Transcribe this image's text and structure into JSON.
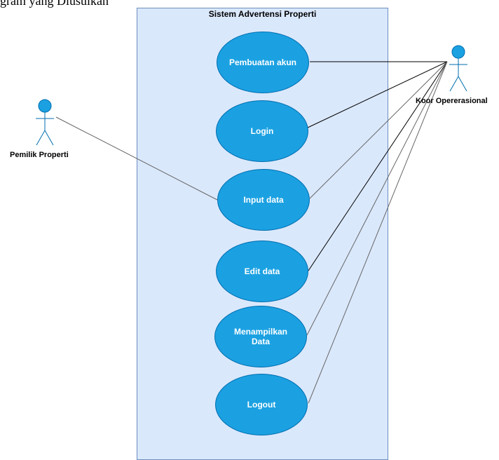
{
  "caption": "gram yang Diusulkan",
  "system": {
    "title": "Sistem Advertensi Properti"
  },
  "use_cases": [
    {
      "label": "Pembuatan akun"
    },
    {
      "label": "Login"
    },
    {
      "label": "Input data"
    },
    {
      "label": "Edit data"
    },
    {
      "label": "Menampilkan\nData"
    },
    {
      "label": "Logout"
    }
  ],
  "actors": {
    "left": {
      "label": "Pemilik Properti"
    },
    "right": {
      "label": "Koor Opererasional"
    }
  },
  "colors": {
    "boundary_fill": "#dae8fc",
    "boundary_stroke": "#6c8ebf",
    "use_case_fill": "#1ba1e2",
    "use_case_stroke": "#006eaf",
    "use_case_text": "#ffffff"
  }
}
